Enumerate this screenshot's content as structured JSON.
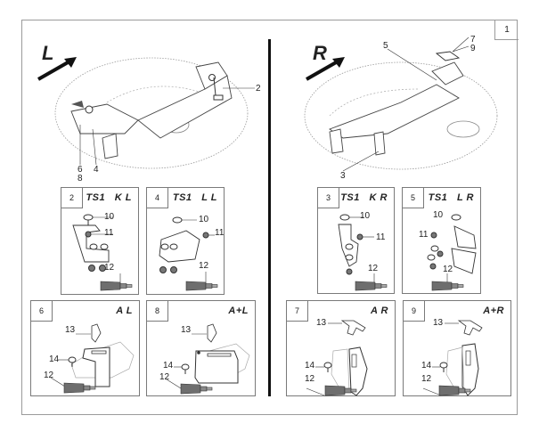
{
  "page_number": "1",
  "main_views": {
    "left": {
      "side_label": "L",
      "callouts": [
        "2",
        "4",
        "6",
        "8"
      ]
    },
    "right": {
      "side_label": "R",
      "callouts": [
        "3",
        "5",
        "7",
        "9"
      ]
    }
  },
  "panels": [
    {
      "id": "2",
      "title": "TS1   K L",
      "callouts": {
        "bolt": "10",
        "nut": "11",
        "tool": "12"
      }
    },
    {
      "id": "4",
      "title": "TS1   L L",
      "callouts": {
        "bolt": "10",
        "nut": "11",
        "tool": "12"
      }
    },
    {
      "id": "3",
      "title": "TS1   K R",
      "callouts": {
        "bolt": "10",
        "nut": "11",
        "tool": "12"
      }
    },
    {
      "id": "5",
      "title": "TS1   L R",
      "callouts": {
        "bolt": "10",
        "nut": "11",
        "tool": "12"
      }
    },
    {
      "id": "6",
      "title": "A L",
      "callouts": {
        "wingnut": "13",
        "screw": "14",
        "tool": "12"
      }
    },
    {
      "id": "8",
      "title": "A+L",
      "callouts": {
        "wingnut": "13",
        "screw": "14",
        "tool": "12"
      }
    },
    {
      "id": "7",
      "title": "A R",
      "callouts": {
        "wingnut": "13",
        "screw": "14",
        "tool": "12"
      }
    },
    {
      "id": "9",
      "title": "A+R",
      "callouts": {
        "wingnut": "13",
        "screw": "14",
        "tool": "12"
      }
    }
  ],
  "colors": {
    "frame": "#9a9a9a",
    "panel_border": "#7a7a7a",
    "tool_fill": "#6e6e6e",
    "divider": "#111111"
  }
}
